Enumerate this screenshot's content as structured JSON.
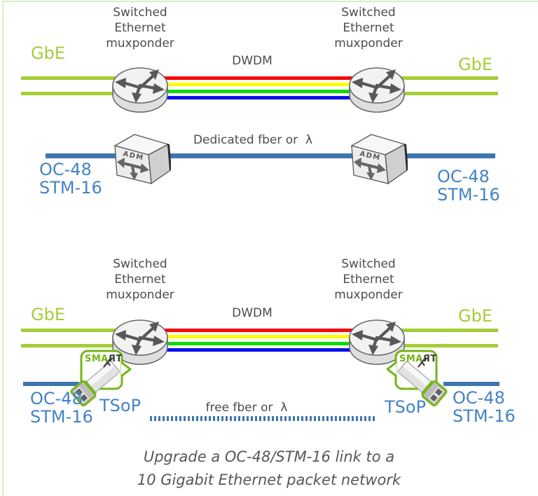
{
  "colors": {
    "gbe_line": "#a5cd35",
    "sdh_line": "#3c76af",
    "sdh_text": "#4383c5",
    "label_text": "#4c4c4c",
    "caption_text": "#57575b",
    "smart_green": "#76b517",
    "dwdm_wavelengths": [
      "#f60909",
      "#fdfd05",
      "#0bdb0b",
      "#0a12ec"
    ],
    "page_border": "#d8ecc2"
  },
  "top_diagram": {
    "left_device_label": "Switched\nEthernet\nmuxponder",
    "right_device_label": "Switched\nEthernet\nmuxponder",
    "left_interface_label": "GbE",
    "right_interface_label": "GbE",
    "link_label": "DWDM"
  },
  "middle_diagram": {
    "adm_label": "ADM",
    "link_label": "Dedicated fber or  λ",
    "left_interface_label": "OC-48\nSTM-16",
    "right_interface_label": "OC-48\nSTM-16"
  },
  "bottom_diagram": {
    "left_device_label": "Switched\nEthernet\nmuxponder",
    "right_device_label": "Switched\nEthernet\nmuxponder",
    "left_interface_label": "GbE",
    "right_interface_label": "GbE",
    "link_label": "DWDM",
    "free_link_label": "free fber or  λ",
    "smart_logo_prefix": "SMA",
    "smart_logo_suffix": "ЯT",
    "left_sfp_label": "TSoP",
    "right_sfp_label": "TSoP",
    "left_interface_label2": "OC-48\nSTM-16",
    "right_interface_label2": "OC-48\nSTM-16"
  },
  "caption": {
    "line1": "Upgrade a OC-48/STM-16 link to a",
    "line2": "10 Gigabit Ethernet packet network"
  }
}
